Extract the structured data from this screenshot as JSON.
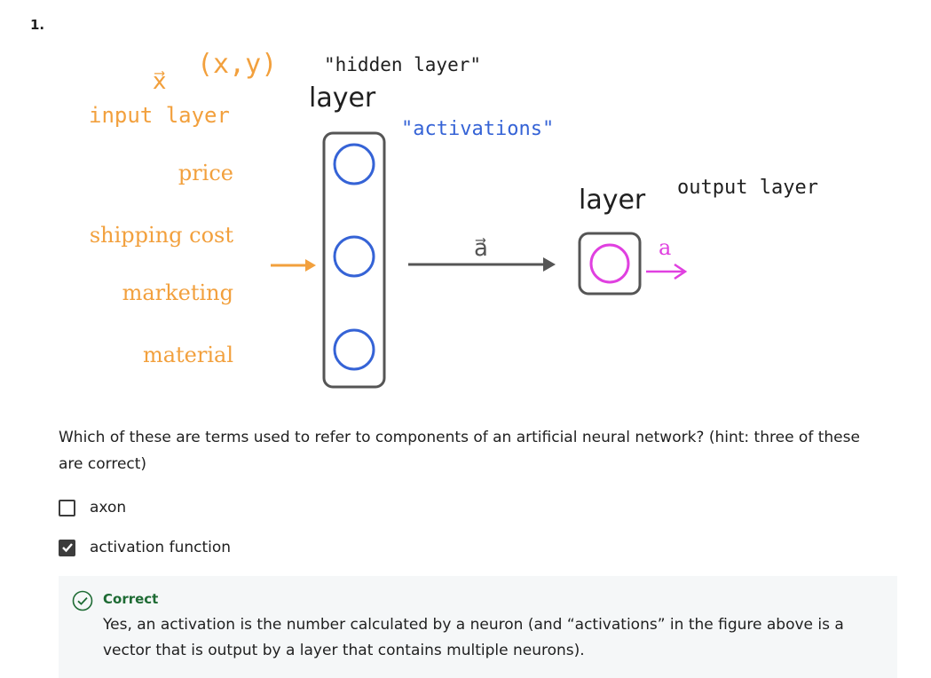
{
  "question": {
    "number": "1.",
    "prompt": "Which of these are terms used to refer to components of an artificial neural network? (hint: three of these are correct)"
  },
  "figure": {
    "x_vector_label": "x⃗",
    "xy_label": "(x,y)",
    "hidden_quote": "\"hidden layer\"",
    "input_layer": "input layer",
    "layer_top": "layer",
    "activations": "\"activations\"",
    "features": [
      "price",
      "shipping cost",
      "marketing",
      "material"
    ],
    "a_vector": "a⃗",
    "layer_output": "layer",
    "output_layer": "output layer",
    "a_scalar": "a",
    "colors": {
      "orange": "#f2a03d",
      "blue": "#3563d6",
      "magenta": "#e040e0",
      "red": "#c62828",
      "gray": "#555555"
    }
  },
  "options": [
    {
      "label": "axon",
      "checked": false
    },
    {
      "label": "activation function",
      "checked": true
    }
  ],
  "feedback": {
    "status": "Correct",
    "text": "Yes, an activation is the number calculated by a neuron (and “activations” in the figure above is a vector that is output by a layer that contains multiple neurons)."
  }
}
